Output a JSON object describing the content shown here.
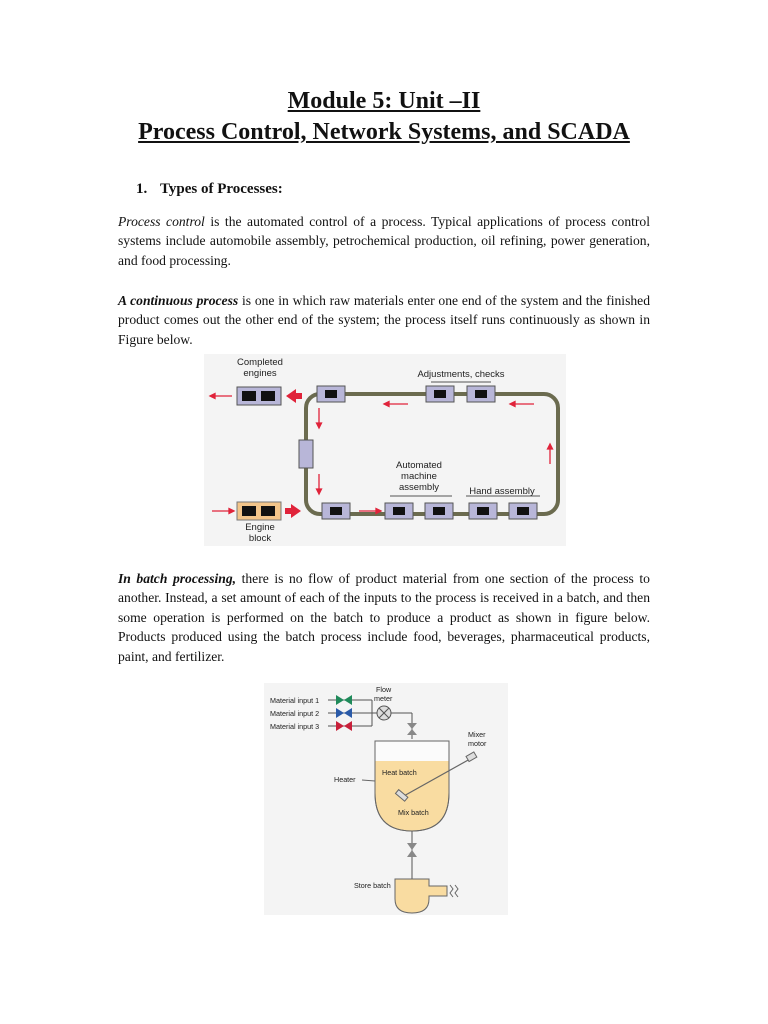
{
  "title": {
    "line1": "Module 5: Unit –II",
    "line2": "Process Control, Network Systems, and SCADA"
  },
  "section": {
    "number": "1.",
    "title": "Types of Processes:"
  },
  "paragraphs": {
    "p1_lead": "Process control",
    "p1_rest": " is the automated control of a process. Typical applications of process control systems include automobile assembly, petrochemical production, oil refining, power generation, and food processing.",
    "p2_lead": "A continuous process",
    "p2_rest": " is one in which raw materials enter one end of the system and the finished product comes out the other end of the system; the process itself runs continuously as shown in Figure below.",
    "p3_lead": "In batch processing,",
    "p3_rest": " there is no flow of product material from one section of the process to another. Instead, a set amount of each of the inputs to the process is received in a batch, and then some operation is performed on the batch to produce a product as shown in figure below. Products produced using the batch process include food, beverages, pharmaceutical products, paint, and fertilizer."
  },
  "figure1": {
    "completed_line1": "Completed",
    "completed_line2": "engines",
    "adjustments": "Adjustments, checks",
    "automated_line1": "Automated",
    "automated_line2": "machine",
    "automated_line3": "assembly",
    "hand_assembly": "Hand assembly",
    "engine_line1": "Engine",
    "engine_line2": "block"
  },
  "figure2": {
    "material_input_1": "Material input 1",
    "material_input_2": "Material input 2",
    "material_input_3": "Material input 3",
    "flow_line1": "Flow",
    "flow_line2": "meter",
    "mixer_line1": "Mixer",
    "mixer_line2": "motor",
    "heater": "Heater",
    "heat_batch": "Heat batch",
    "mix_batch": "Mix batch",
    "store_batch": "Store batch"
  },
  "colors": {
    "conveyor": "#6b6b4f",
    "station_fill": "#b8b6d8",
    "arrow_red": "#e0233a",
    "engine_block_fill": "#f3c58a",
    "figure_bg": "#f7f7f7",
    "tank_fill": "#f9dca1",
    "valve_green": "#1f8a5a",
    "valve_blue": "#2a5aa8",
    "valve_red": "#c8203a"
  }
}
